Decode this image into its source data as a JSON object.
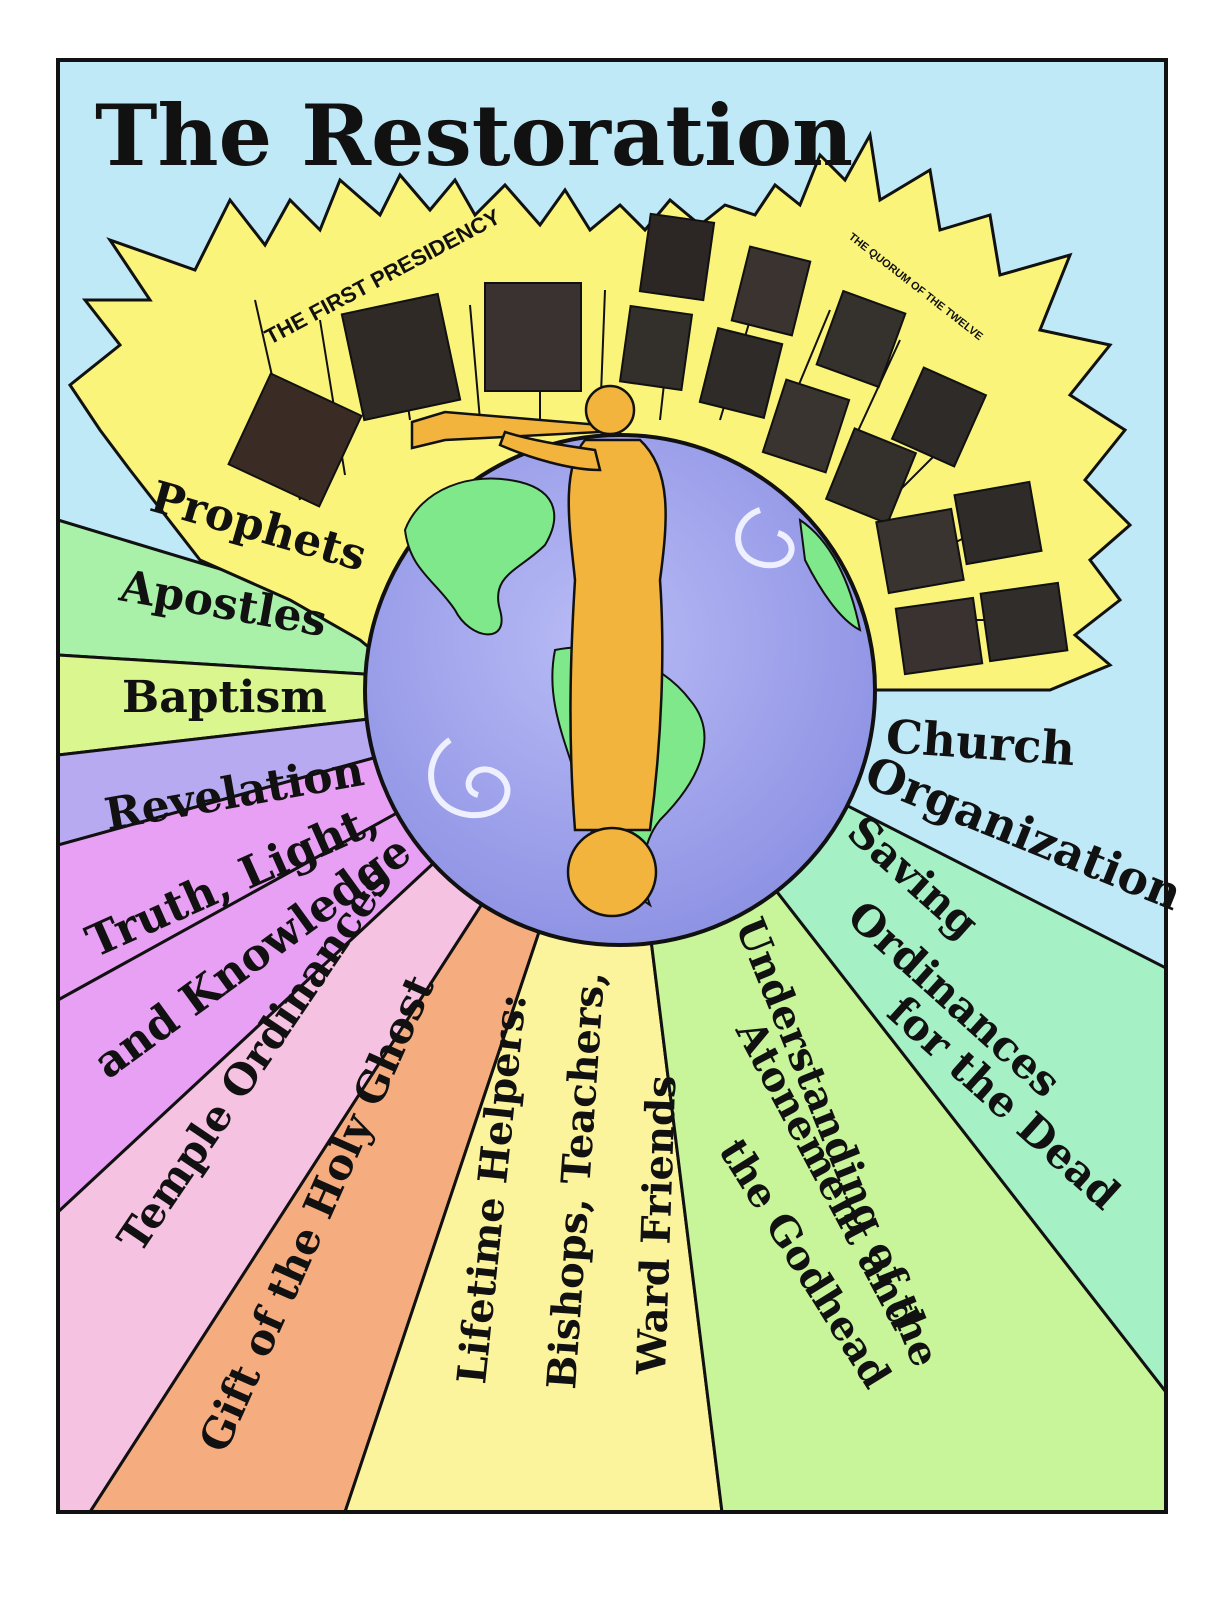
{
  "title": "The Restoration",
  "first_presidency_label": "THE FIRST PRESIDENCY",
  "quorum_label": "THE QUORUM OF THE TWELVE",
  "rays": {
    "prophets": "Prophets",
    "apostles": "Apostles",
    "baptism": "Baptism",
    "revelation": "Revelation",
    "truth_line1": "Truth, Light,",
    "truth_line2": "and Knowledge",
    "temple": "Temple Ordinances",
    "gift": "Gift of the Holy Ghost",
    "helpers_line1": "Lifetime Helpers:",
    "helpers_line2": "Bishops, Teachers,",
    "helpers_line3": "Ward Friends",
    "understanding_line1": "Understanding of the",
    "understanding_line2": "Atonement and",
    "understanding_line3": "the Godhead",
    "saving_line1": "Saving",
    "saving_line2": "Ordinances",
    "saving_line3": "for the Dead",
    "church_line1": "Church",
    "church_line2": "Organization"
  },
  "colors": {
    "sky": "#bfe9f7",
    "burst": "#fbf47a",
    "globe_ocean": "#a3a6ee",
    "land": "#7ee88a",
    "angel": "#f2b43c",
    "ray_green": "#a9f0a9",
    "ray_lime": "#d9f78e",
    "ray_lavender": "#b7aaf0",
    "ray_magenta": "#e8a0f4",
    "ray_pink": "#f6c2e2",
    "ray_orange": "#f5ad80",
    "ray_yellow": "#fbf49c",
    "ray_lightgreen": "#c8f59a",
    "ray_mint": "#a6f0c6"
  }
}
